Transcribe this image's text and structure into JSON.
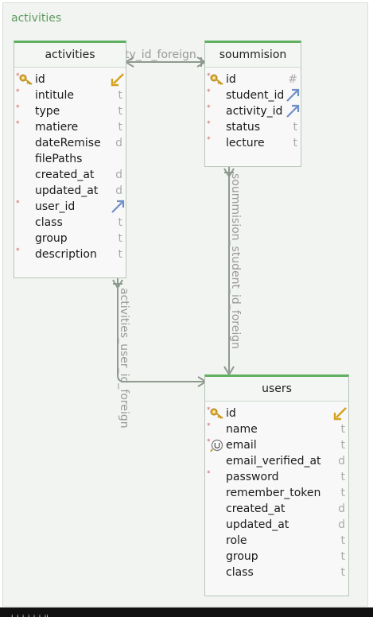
{
  "group": {
    "title": "activities"
  },
  "tables": {
    "activities": {
      "title": "activities",
      "columns": [
        {
          "name": "id",
          "type": "",
          "required": true,
          "key": "primary",
          "badge": "pk"
        },
        {
          "name": "intitule",
          "type": "t",
          "required": true
        },
        {
          "name": "type",
          "type": "t",
          "required": true
        },
        {
          "name": "matiere",
          "type": "t",
          "required": true
        },
        {
          "name": "dateRemise",
          "type": "d",
          "required": false
        },
        {
          "name": "filePaths",
          "type": "",
          "required": false
        },
        {
          "name": "created_at",
          "type": "d",
          "required": false
        },
        {
          "name": "updated_at",
          "type": "d",
          "required": false
        },
        {
          "name": "user_id",
          "type": "",
          "required": true,
          "badge": "fk"
        },
        {
          "name": "class",
          "type": "t",
          "required": false
        },
        {
          "name": "group",
          "type": "t",
          "required": false
        },
        {
          "name": "description",
          "type": "t",
          "required": true
        }
      ]
    },
    "soummision": {
      "title": "soummision",
      "columns": [
        {
          "name": "id",
          "type": "#",
          "required": true,
          "key": "primary"
        },
        {
          "name": "student_id",
          "type": "",
          "required": true,
          "badge": "fk"
        },
        {
          "name": "activity_id",
          "type": "",
          "required": true,
          "badge": "fk"
        },
        {
          "name": "status",
          "type": "t",
          "required": true
        },
        {
          "name": "lecture",
          "type": "t",
          "required": true
        }
      ]
    },
    "users": {
      "title": "users",
      "columns": [
        {
          "name": "id",
          "type": "",
          "required": true,
          "key": "primary",
          "badge": "pk"
        },
        {
          "name": "name",
          "type": "t",
          "required": true
        },
        {
          "name": "email",
          "type": "t",
          "required": true,
          "key": "unique"
        },
        {
          "name": "email_verified_at",
          "type": "d",
          "required": false
        },
        {
          "name": "password",
          "type": "t",
          "required": true
        },
        {
          "name": "remember_token",
          "type": "t",
          "required": false
        },
        {
          "name": "created_at",
          "type": "d",
          "required": false
        },
        {
          "name": "updated_at",
          "type": "d",
          "required": false
        },
        {
          "name": "role",
          "type": "t",
          "required": false
        },
        {
          "name": "group",
          "type": "t",
          "required": false
        },
        {
          "name": "class",
          "type": "t",
          "required": false
        }
      ]
    }
  },
  "relations": {
    "activity_fk_label": "ty_id_foreign",
    "student_fk_label": "soummision_student_id_foreign",
    "user_fk_label": "activities_user_id_foreign"
  },
  "status_bar": {
    "text": "ᵢ ᵢ      ᵢ ᵢ ᵢ ᵢ ᵢᵢ"
  },
  "colors": {
    "group_title": "#5e9a5e",
    "table_accent": "#5fb05f",
    "connector": "#8f9a8f",
    "type_letter": "#aaaaaa",
    "required_mark": "#d06060"
  }
}
